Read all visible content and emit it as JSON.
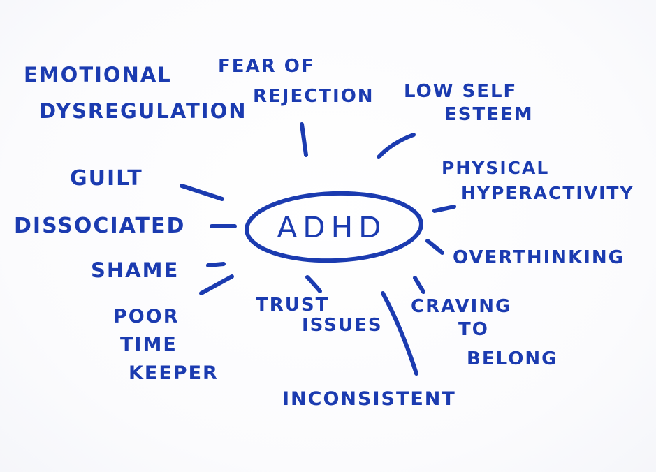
{
  "center": {
    "text": "ADHD"
  },
  "nodes": {
    "emotional": [
      "Emotional",
      "Dysregulation"
    ],
    "fear": [
      "Fear of",
      "Rejection"
    ],
    "self_esteem": [
      "Low Self",
      "Esteem"
    ],
    "guilt": [
      "Guilt"
    ],
    "physical": [
      "Physical",
      "Hyperactivity"
    ],
    "dissociated": [
      "Dissociated"
    ],
    "overthinking": [
      "Overthinking"
    ],
    "shame": [
      "Shame"
    ],
    "trust": [
      "Trust",
      "Issues"
    ],
    "craving": [
      "Craving",
      "to",
      "Belong"
    ],
    "time_keeper": [
      "Poor",
      "Time",
      "Keeper"
    ],
    "inconsistent": [
      "Inconsistent"
    ]
  },
  "colors": {
    "ink": "#1b3bb0",
    "board": "#ffffff"
  }
}
